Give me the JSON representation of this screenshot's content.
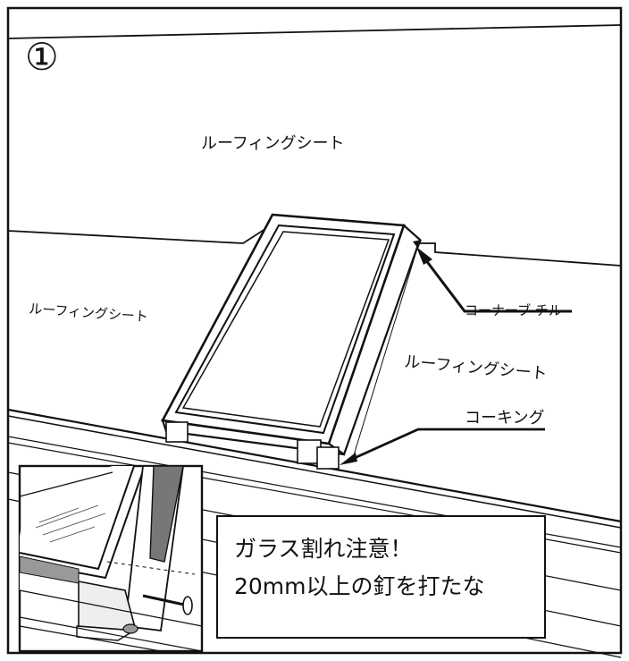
{
  "step_number": "①",
  "labels": {
    "roofing_sheet_top": "ルーフィングシート",
    "roofing_sheet_left": "ルーフィングシート",
    "roofing_sheet_right": "ルーフィングシート",
    "corner_butyl": "コーナーブ チル",
    "caulking": "コーキング"
  },
  "notice": {
    "line1": "ガラス割れ注意！",
    "line2": "20mm以上の釘を打たな"
  }
}
